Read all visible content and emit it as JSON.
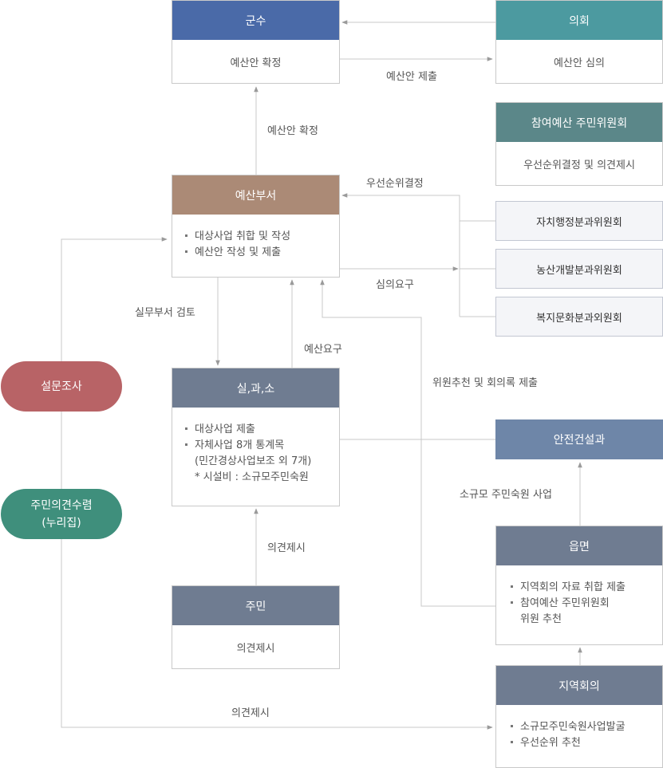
{
  "colors": {
    "blue": "#4a6aa8",
    "teal": "#4c9aa0",
    "darkteal": "#5b8789",
    "brown": "#ab8a76",
    "slate": "#6f7c91",
    "steel": "#6e86a8",
    "red": "#b86366",
    "green": "#3f8f7c",
    "line": "#c8c8c8"
  },
  "boxes": {
    "gunsu": {
      "title": "군수",
      "body": "예산안 확정"
    },
    "council": {
      "title": "의회",
      "body": "예산안 심의"
    },
    "participatory": {
      "title": "참여예산 주민위원회",
      "body": "우선순위결정 및 의견제시"
    },
    "budget_dept": {
      "title": "예산부서",
      "items": [
        "대상사업 취합 및 작성",
        "예산안 작성 및 제출"
      ]
    },
    "office": {
      "title": "실,과,소",
      "items": [
        "대상사업 제출",
        "자체사업 8개 통계목"
      ],
      "lines": [
        "(민간경상사업보조 외 7개)",
        "* 시설비 : 소규모주민숙원"
      ]
    },
    "residents": {
      "title": "주민",
      "body": "의견제시"
    },
    "safety": {
      "title": "안전건설과"
    },
    "eupmyeon": {
      "title": "읍면",
      "items": [
        "지역회의 자료 취합 제출",
        "참여예산 주민위원회"
      ],
      "lines": [
        "위원  추천"
      ]
    },
    "regional": {
      "title": "지역회의",
      "items": [
        "소규모주민숙원사업발굴",
        "우선순위 추천"
      ]
    }
  },
  "subcommittees": [
    "자치행정분과위원회",
    "농산개발분과위원회",
    "복지문화분과외원회"
  ],
  "pills": {
    "survey": "설문조사",
    "opinion_line1": "주민의견수렴",
    "opinion_line2": "(누리집)"
  },
  "labels": {
    "submit_budget": "예산안 제출",
    "confirm_budget": "예산안 확정",
    "priority_decision": "우선순위결정",
    "review_request": "심의요구",
    "dept_review": "실무부서 검토",
    "budget_request": "예산요구",
    "member_recommend": "위원추천 및 회의록 제출",
    "small_project": "소규모 주민숙원 사업",
    "opinion_1": "의견제시",
    "opinion_2": "의견제시"
  }
}
